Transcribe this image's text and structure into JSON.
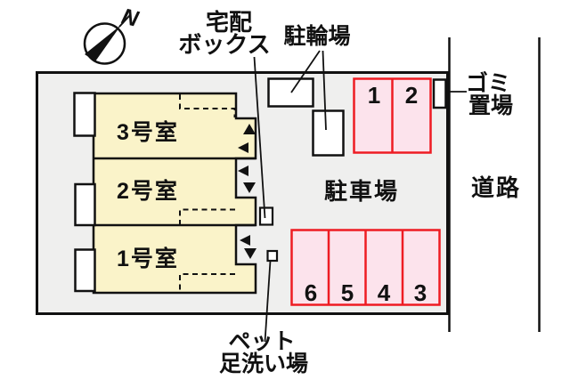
{
  "plan": {
    "compass_label": "N",
    "rooms": [
      {
        "label": "1号室"
      },
      {
        "label": "2号室"
      },
      {
        "label": "3号室"
      }
    ],
    "labels": {
      "delivery_line1": "宅配",
      "delivery_line2": "ボックス",
      "bicycle": "駐輪場",
      "garbage_line1": "ゴミ",
      "garbage_line2": "置場",
      "parking": "駐車場",
      "road": "道路",
      "pet_line1": "ペット",
      "pet_line2": "足洗い場"
    },
    "parking_top": [
      "1",
      "2"
    ],
    "parking_bottom": [
      "6",
      "5",
      "4",
      "3"
    ],
    "colors": {
      "site_fill": "#efefee",
      "building_fill": "#faf3c9",
      "parking_fill": "#fce3ec",
      "parking_border": "#ee1c23",
      "line": "#111111"
    }
  }
}
